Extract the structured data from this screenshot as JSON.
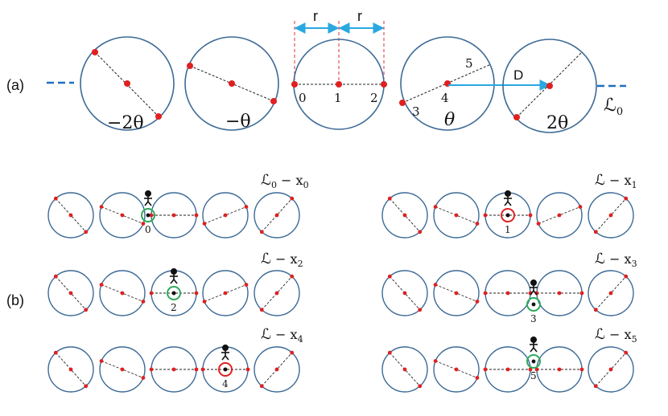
{
  "panel_a": {
    "label": "(a)",
    "dim_r1": "r",
    "dim_r2": "r",
    "dim_d": "D",
    "angle_labels": [
      "−2θ",
      "−θ",
      "θ",
      "2θ"
    ],
    "point_labels": [
      "0",
      "1",
      "2",
      "3",
      "4",
      "5"
    ],
    "line_symbol": "ℒ",
    "line_subscript": "0"
  },
  "panel_b": {
    "label": "(b)",
    "states": [
      {
        "title_main": "ℒ",
        "title_sub": "0",
        "title_rest": " − x",
        "title_idx": "0",
        "marker": "0"
      },
      {
        "title_main": "ℒ",
        "title_sub": "",
        "title_rest": " − x",
        "title_idx": "1",
        "marker": "1"
      },
      {
        "title_main": "ℒ",
        "title_sub": "",
        "title_rest": " − x",
        "title_idx": "2",
        "marker": "2"
      },
      {
        "title_main": "ℒ",
        "title_sub": "",
        "title_rest": " − x",
        "title_idx": "3",
        "marker": "3"
      },
      {
        "title_main": "ℒ",
        "title_sub": "",
        "title_rest": " − x",
        "title_idx": "4",
        "marker": "4"
      },
      {
        "title_main": "ℒ",
        "title_sub": "",
        "title_rest": " − x",
        "title_idx": "5",
        "marker": "5"
      }
    ]
  },
  "colors": {
    "circle": "#3d6a96",
    "point": "#e02020",
    "arrow": "#29a8e0",
    "dash_line": "#1f6fc0",
    "guide": "#e03030",
    "ring_green": "#2eaa5a",
    "ring_red": "#e02020"
  }
}
